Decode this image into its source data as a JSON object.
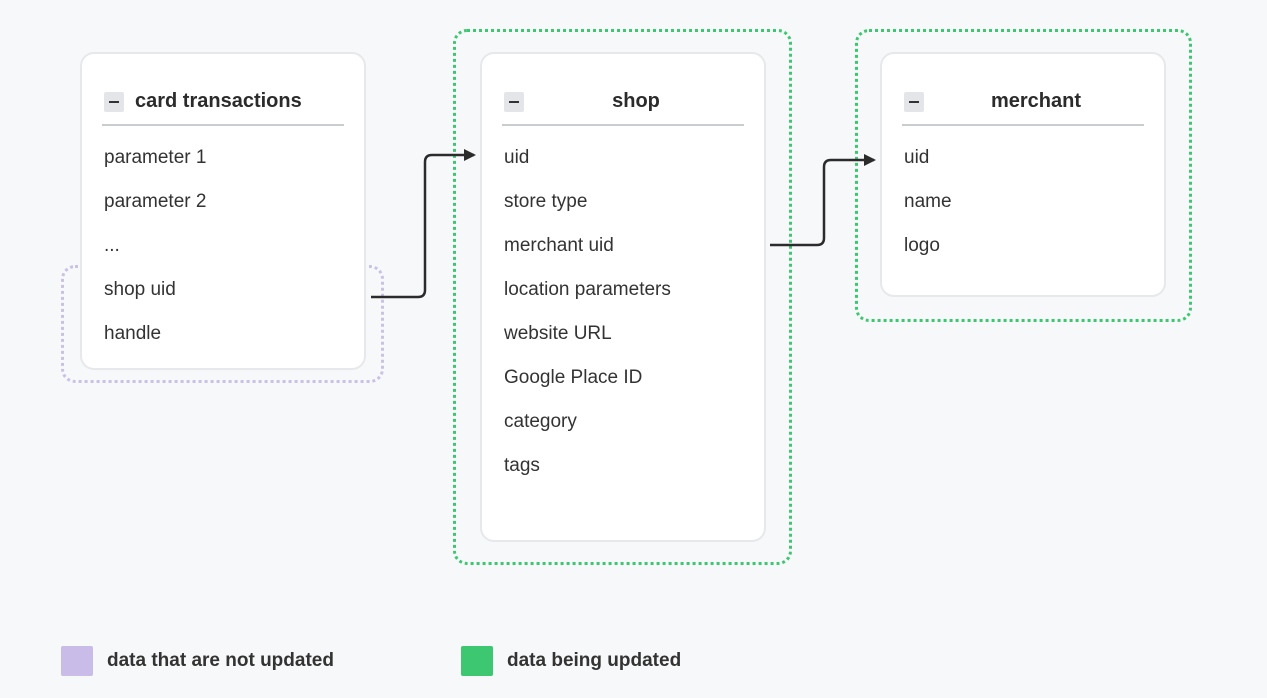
{
  "entities": {
    "card_transactions": {
      "title": "card transactions",
      "fields": [
        "parameter 1",
        "parameter 2",
        "...",
        "shop uid",
        "handle"
      ]
    },
    "shop": {
      "title": "shop",
      "fields": [
        "uid",
        "store type",
        "merchant uid",
        "location parameters",
        "website URL",
        "Google Place ID",
        "category",
        "tags"
      ]
    },
    "merchant": {
      "title": "merchant",
      "fields": [
        "uid",
        "name",
        "logo"
      ]
    }
  },
  "legend": {
    "not_updated": {
      "label": "data that are not updated",
      "color": "#c9bce8"
    },
    "updated": {
      "label": "data being updated",
      "color": "#3ec771"
    }
  },
  "colors": {
    "connector": "#2b2b2b",
    "card_border": "#e6e8eb",
    "background": "#f7f8fa"
  }
}
